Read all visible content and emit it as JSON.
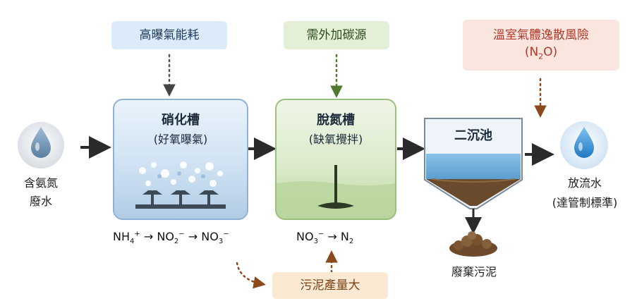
{
  "notes": {
    "energy": "高曝氣能耗",
    "carbon": "需外加碳源",
    "ghg_line1": "溫室氣體逸散風險",
    "ghg_line2_pre": "(N",
    "ghg_line2_sub": "2",
    "ghg_line2_post": "O)",
    "sludge_yield": "污泥產量大"
  },
  "influent": {
    "line1": "含氨氮",
    "line2": "廢水"
  },
  "effluent": {
    "line1": "放流水",
    "line2": "(達管制標準)"
  },
  "nitrification": {
    "title": "硝化槽",
    "subtitle": "(好氧曝氣)"
  },
  "denitrification": {
    "title": "脫氮槽",
    "subtitle": "(缺氧攪拌)"
  },
  "clarifier": {
    "title": "二沉池"
  },
  "waste_sludge": "廢棄污泥",
  "equations": {
    "eq1": {
      "nh": "NH",
      "nh_sub": "4",
      "nh_sup": "+",
      "arrow1": " → NO",
      "no2_sub": "2",
      "no2_sup": "−",
      "arrow2": " → NO",
      "no3_sub": "3",
      "no3_sup": "−"
    },
    "eq2": {
      "no": "NO",
      "no_sub": "3",
      "no_sup": "−",
      "arrow": " → N",
      "n_sub": "2"
    }
  },
  "colors": {
    "arrow": "#2b2b2b",
    "dotted_brown": "#8a4a1e",
    "dotted_green": "#5a8a3a"
  }
}
